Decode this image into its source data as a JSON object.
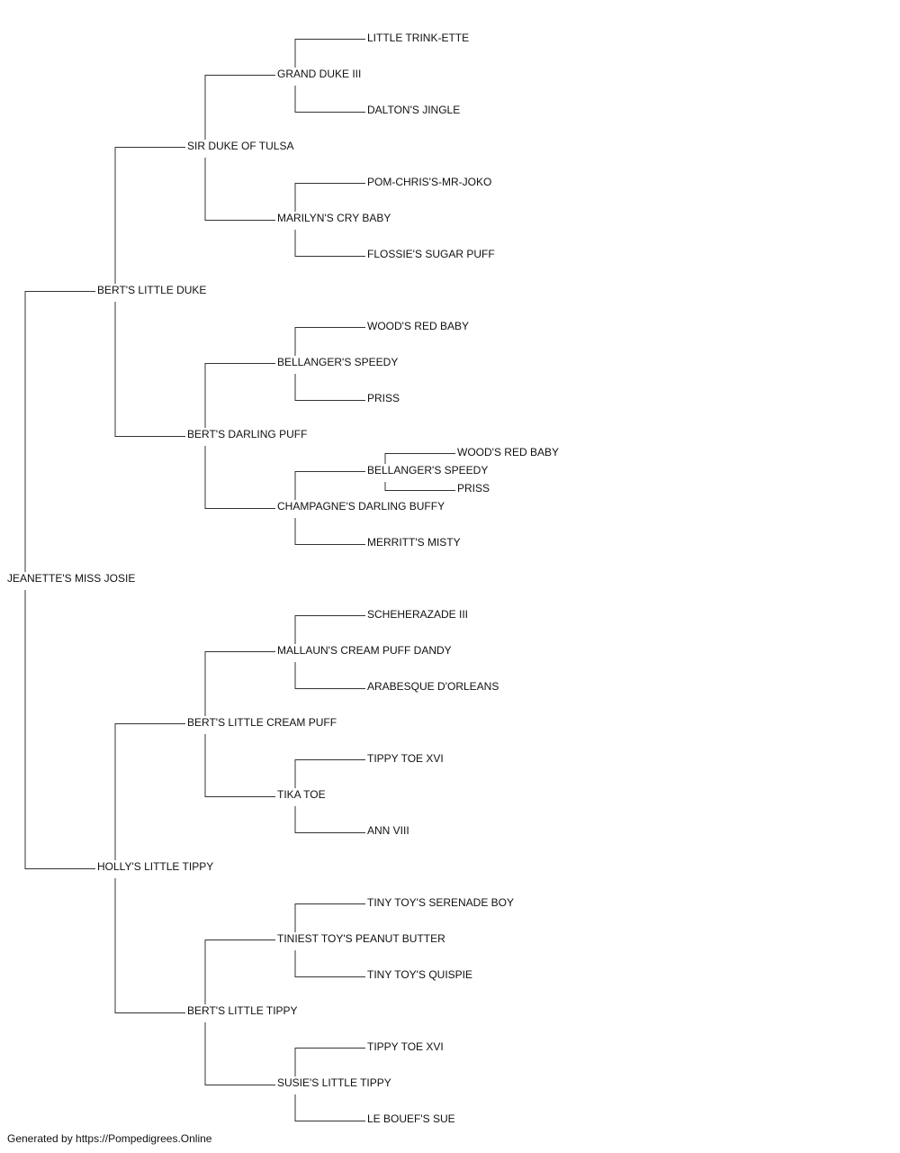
{
  "pedigree": {
    "name": "JEANETTE'S MISS JOSIE",
    "sire": {
      "name": "BERT'S LITTLE DUKE",
      "sire": {
        "name": "SIR DUKE OF TULSA",
        "sire": {
          "name": "GRAND DUKE III",
          "sire": {
            "name": "LITTLE TRINK-ETTE"
          },
          "dam": {
            "name": "DALTON'S JINGLE"
          }
        },
        "dam": {
          "name": "MARILYN'S CRY BABY",
          "sire": {
            "name": "POM-CHRIS'S-MR-JOKO"
          },
          "dam": {
            "name": "FLOSSIE'S SUGAR PUFF"
          }
        }
      },
      "dam": {
        "name": "BERT'S DARLING PUFF",
        "sire": {
          "name": "BELLANGER'S SPEEDY",
          "sire": {
            "name": "WOOD'S RED BABY"
          },
          "dam": {
            "name": "PRISS"
          }
        },
        "dam": {
          "name": "CHAMPAGNE'S DARLING BUFFY",
          "sire": {
            "name": "BELLANGER'S SPEEDY",
            "sire": {
              "name": "WOOD'S RED BABY"
            },
            "dam": {
              "name": "PRISS"
            }
          },
          "dam": {
            "name": "MERRITT'S MISTY"
          }
        }
      }
    },
    "dam": {
      "name": "HOLLY'S LITTLE TIPPY",
      "sire": {
        "name": "BERT'S LITTLE CREAM PUFF",
        "sire": {
          "name": "MALLAUN'S CREAM PUFF DANDY",
          "sire": {
            "name": "SCHEHERAZADE III"
          },
          "dam": {
            "name": "ARABESQUE D'ORLEANS"
          }
        },
        "dam": {
          "name": "TIKA TOE",
          "sire": {
            "name": "TIPPY TOE XVI"
          },
          "dam": {
            "name": "ANN VIII"
          }
        }
      },
      "dam": {
        "name": "BERT'S LITTLE TIPPY",
        "sire": {
          "name": "TINIEST TOY'S PEANUT BUTTER",
          "sire": {
            "name": "TINY TOY'S SERENADE BOY"
          },
          "dam": {
            "name": "TINY TOY'S QUISPIE"
          }
        },
        "dam": {
          "name": "SUSIE'S LITTLE TIPPY",
          "sire": {
            "name": "TIPPY TOE XVI"
          },
          "dam": {
            "name": "LE BOUEF'S SUE"
          }
        }
      }
    }
  },
  "footer": "Generated by https://Pompedigrees.Online",
  "colors": {
    "line": "#333333",
    "text": "#111111",
    "background": "#ffffff"
  }
}
